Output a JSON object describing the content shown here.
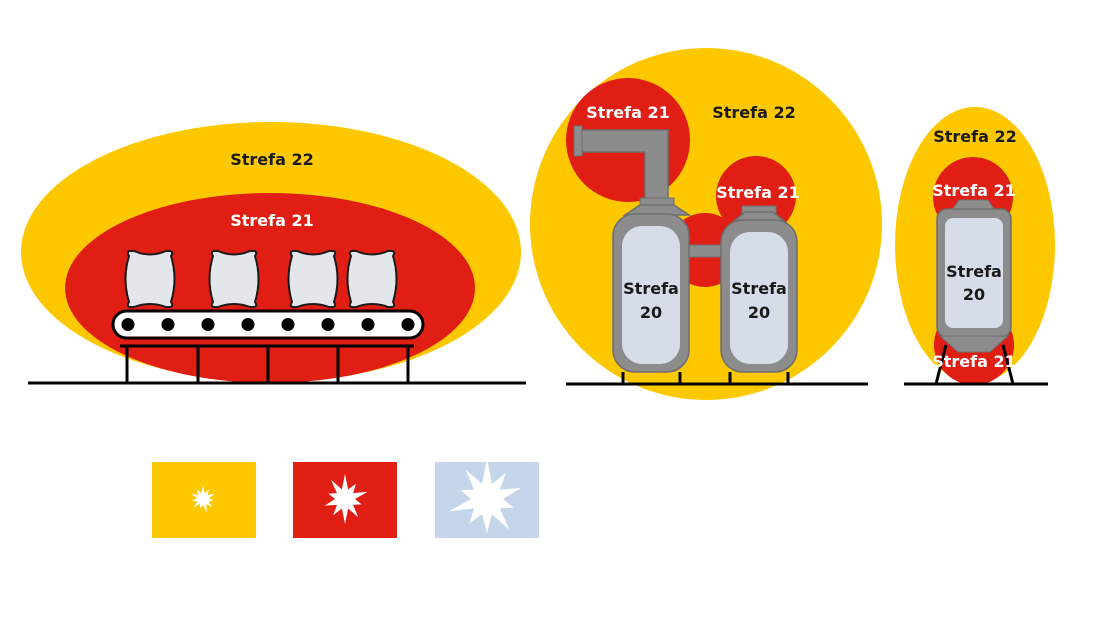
{
  "colors": {
    "zone22": "#fdc800",
    "zone21": "#e01e14",
    "zone20": "#d6dde9",
    "steel": "#8c8c8c",
    "steel_dark": "#6e6e6e",
    "ground": "#000000",
    "legend20": "#c6d6ea"
  },
  "conveyor": {
    "zone22_label": "Strefa 22",
    "zone21_label": "Strefa 21"
  },
  "silos": {
    "zone21_left_label": "Strefa 21",
    "zone22_label": "Strefa 22",
    "zone21_right_label": "Strefa 21",
    "tank_left": {
      "line1": "Strefa",
      "line2": "20"
    },
    "tank_right": {
      "line1": "Strefa",
      "line2": "20"
    }
  },
  "hopper": {
    "zone22_label": "Strefa 22",
    "zone21_top_label": "Strefa 21",
    "zone21_bottom_label": "Strefa 21",
    "tank": {
      "line1": "Strefa",
      "line2": "20"
    }
  },
  "legend": [
    {
      "zone": "22",
      "icon": "explosion-small-icon"
    },
    {
      "zone": "21",
      "icon": "explosion-medium-icon"
    },
    {
      "zone": "20",
      "icon": "explosion-large-icon"
    }
  ]
}
